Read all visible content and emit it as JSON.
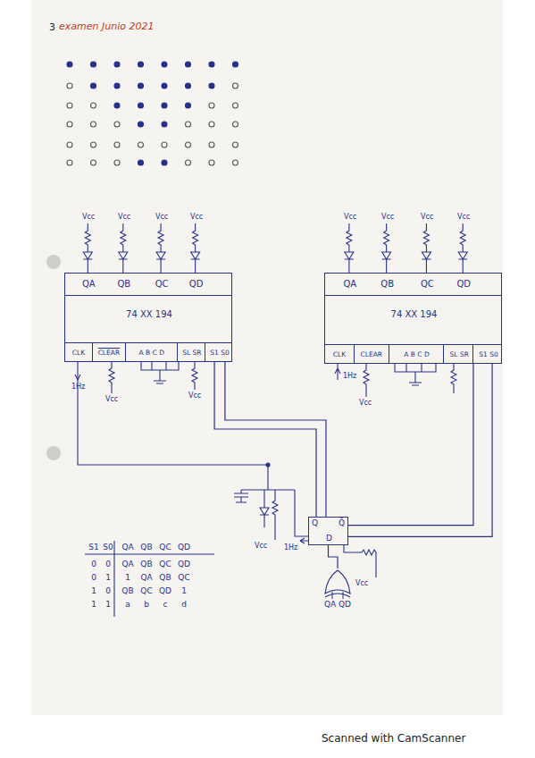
{
  "diagram": {
    "title": "examen Junio 2021",
    "caption": "Scanned with CamScanner",
    "nodes": [
      {
        "text": [
          "QA",
          "QB",
          "QC",
          "QD",
          "74 XX 194",
          "CLK",
          "CLEAR",
          "A B C D",
          "SL SR",
          "S1 S0"
        ]
      },
      {
        "text": [
          "QA",
          "QB",
          "QC",
          "QD",
          "74 XX 194",
          "CLK",
          "CLEAR",
          "A B C D",
          "SL SR",
          "S1 S0"
        ]
      },
      {
        "text": [
          "Q",
          "Q̄",
          "D"
        ]
      },
      {
        "text": [
          "QA QD"
        ]
      }
    ],
    "edges": [
      {
        "from": 2,
        "to": 0,
        "arrow": "none"
      },
      {
        "from": 2,
        "to": 0,
        "arrow": "none"
      },
      {
        "from": 2,
        "to": 1,
        "arrow": "none"
      },
      {
        "from": 2,
        "to": 1,
        "arrow": "none"
      },
      {
        "from": 3,
        "to": 2,
        "arrow": "none"
      }
    ],
    "labels": [
      "3",
      "Vcc",
      "Vcc",
      "Vcc",
      "Vcc",
      "Vcc",
      "Vcc",
      "Vcc",
      "Vcc",
      "1Hz",
      "Vcc",
      "Vcc",
      "1Hz",
      "Vcc",
      "Vcc",
      "1Hz",
      "Vcc",
      "S1",
      "S0",
      "QA",
      "QB",
      "QC",
      "QD",
      "0",
      "0",
      "QA",
      "QB",
      "QC",
      "QD",
      "0",
      "1",
      "1",
      "QA",
      "QB",
      "QC",
      "1",
      "0",
      "QB",
      "QC",
      "QD",
      "1",
      "1",
      "1",
      "a",
      "b",
      "c",
      "d"
    ]
  }
}
